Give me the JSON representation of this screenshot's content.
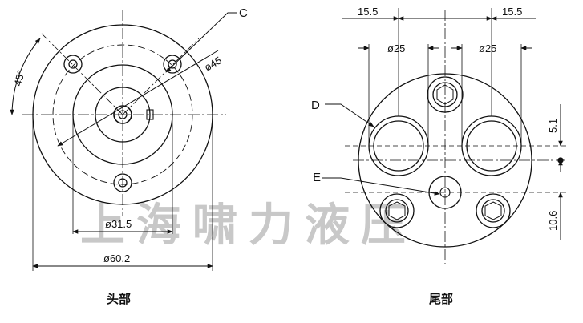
{
  "watermark": "上海啸力液压",
  "head_view": {
    "caption": "头部",
    "labels": {
      "angle": "45°",
      "pcd": "ø45",
      "port_c": "C",
      "pilot": "ø31.5",
      "outer": "ø60.2"
    }
  },
  "tail_view": {
    "caption": "尾部",
    "labels": {
      "offset_left": "15.5",
      "offset_right": "15.5",
      "bore_left": "ø25",
      "bore_right": "ø25",
      "port_d": "D",
      "port_e": "E",
      "vert_upper": "5.1",
      "vert_lower": "10.6"
    }
  }
}
